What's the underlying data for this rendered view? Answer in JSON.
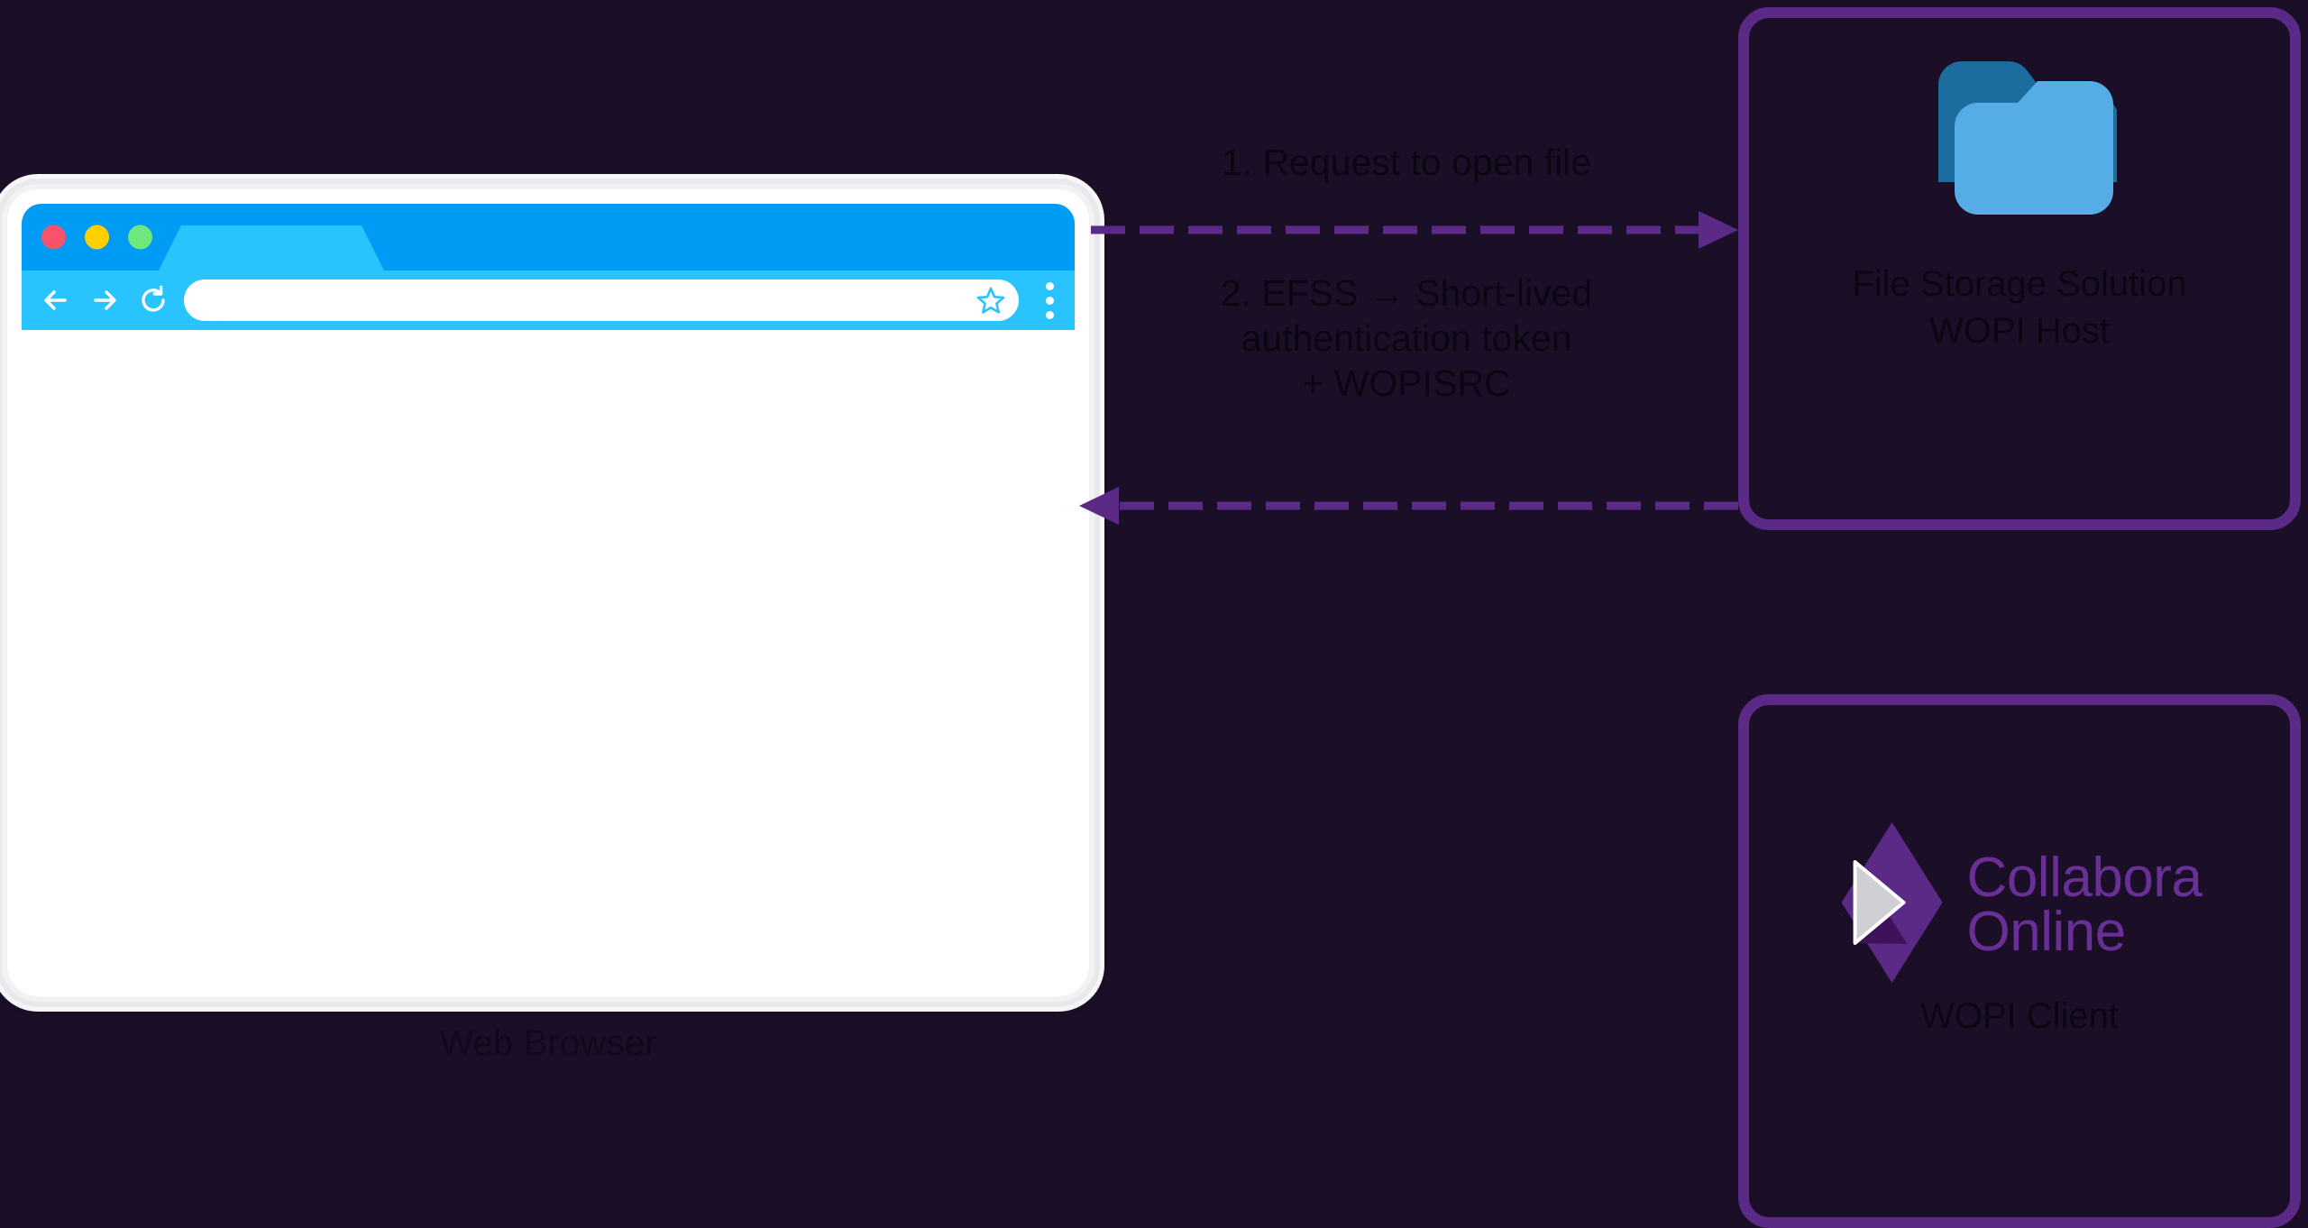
{
  "diagram": {
    "title": "WOPI architecture flow",
    "background_color": "#1a0f26",
    "accent_purple": "#5b2a87",
    "logo_purple": "#6a2f96"
  },
  "browser": {
    "caption": "Web Browser",
    "traffic_lights": [
      {
        "name": "close-dot",
        "color": "#f8536b"
      },
      {
        "name": "minimize-dot",
        "color": "#ffd000"
      },
      {
        "name": "maximize-dot",
        "color": "#6ee87c"
      }
    ],
    "tab_label": "",
    "nav": {
      "back": "back-arrow-icon",
      "forward": "forward-arrow-icon",
      "reload": "reload-icon"
    },
    "url_value": "",
    "url_placeholder": "",
    "bookmark_icon": "star-icon",
    "menu_icon": "kebab-menu-icon"
  },
  "flows": [
    {
      "id": "flow-1",
      "label": "1. Request to open file",
      "direction": "browser-to-host",
      "style": "dashed",
      "color": "#5b2a87"
    },
    {
      "id": "flow-2",
      "label": "2. EFSS → Short-lived\nauthentication token\n+ WOPISRC",
      "direction": "host-to-browser",
      "style": "dashed",
      "color": "#5b2a87"
    }
  ],
  "nodes": [
    {
      "id": "file-storage-solution",
      "icon": "folder-icon",
      "icon_colors": {
        "back": "#1d6ca0",
        "front": "#56ace5"
      },
      "caption_line1": "File Storage Solution",
      "caption_line2": "WOPI Host"
    },
    {
      "id": "collabora-online",
      "icon": "collabora-logo-icon",
      "logo_word_line1": "Collabora",
      "logo_word_line2": "Online",
      "caption_line1": "WOPI Client",
      "caption_line2": ""
    }
  ]
}
